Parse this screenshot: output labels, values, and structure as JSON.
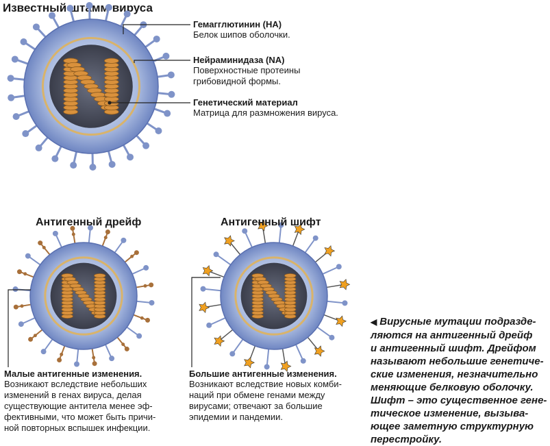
{
  "title": "Известный штамм вируса",
  "labels": [
    {
      "heading": "Гемагглютинин (HA)",
      "lines": [
        "Белок шипов оболочки."
      ]
    },
    {
      "heading": "Нейраминидаза (NA)",
      "lines": [
        "Поверхностные протеины",
        "грибовидной формы."
      ]
    },
    {
      "heading": "Генетический материал",
      "lines": [
        "Матрица для размножения вируса."
      ]
    }
  ],
  "drift": {
    "title": "Антигенный дрейф",
    "caption_heading": "Малые антигенные изменения.",
    "caption_lines": [
      "Возникают вследствие небольших",
      "изменений в генах вируса, делая",
      "существующие антитела менее эф-",
      "фективными, что может быть причи-",
      "ной повторных вспышек инфекции."
    ]
  },
  "shift": {
    "title": "Антигенный шифт",
    "caption_heading": "Большие антигенные изменения.",
    "caption_lines": [
      "Возникают вследствие новых комби-",
      "наций при обмене генами между",
      "вирусами; отвечают за большие",
      "эпидемии и пандемии."
    ]
  },
  "side_marker": "◀",
  "side_lines": [
    "Вирусные мутации подразде-",
    "ляются на антигенный дрейф",
    "и антигенный шифт. Дрейфом",
    "называют небольшие генетиче-",
    "ские изменения, незначительно",
    "меняющие белковую оболочку.",
    "Шифт – это существенное гене-",
    "тическое изменение, вызыва-",
    "ющее заметную структурную",
    "перестройку."
  ],
  "colors": {
    "envelope": "#9fb2dc",
    "spike": "#7f93c8",
    "rna": "#d9913c",
    "na_spike": "#a8703a",
    "shift_spike": "#f0a020"
  }
}
